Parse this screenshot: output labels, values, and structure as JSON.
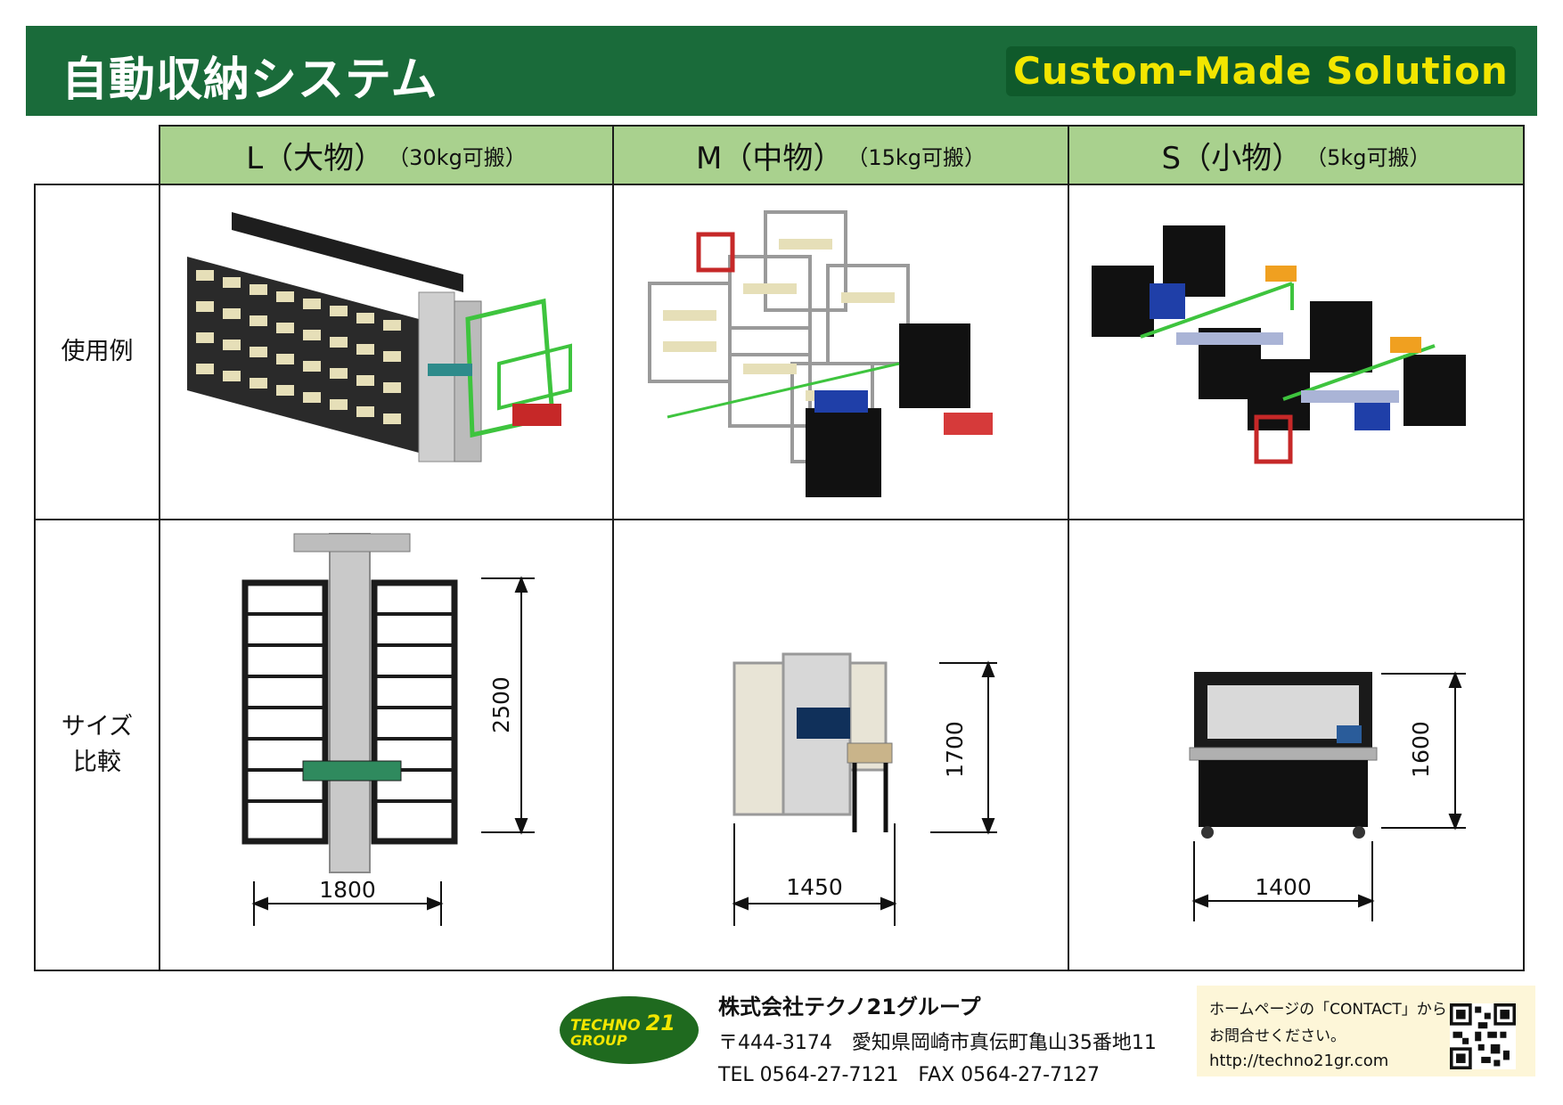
{
  "header": {
    "title": "自動収納システム",
    "badge": "Custom-Made Solution"
  },
  "columns": [
    {
      "label": "L（大物）",
      "sub": "（30kg可搬）"
    },
    {
      "label": "M（中物）",
      "sub": "（15kg可搬）"
    },
    {
      "label": "S（小物）",
      "sub": "（5kg可搬）"
    }
  ],
  "rows": {
    "usage": "使用例",
    "size_line1": "サイズ",
    "size_line2": "比較"
  },
  "dimensions": {
    "L": {
      "width": "1800",
      "height": "2500"
    },
    "M": {
      "width": "1450",
      "height": "1700"
    },
    "S": {
      "width": "1400",
      "height": "1600"
    }
  },
  "footer": {
    "logo_line1": "TECHNO",
    "logo_num": "21",
    "logo_line2": "GROUP",
    "company": "株式会社テクノ21グループ",
    "address": "〒444-3174　愛知県岡崎市真伝町亀山35番地11",
    "tel": "TEL 0564-27-7121　FAX 0564-27-7127",
    "contact_line1": "ホームページの「CONTACT」から",
    "contact_line2": "お問合せください。",
    "url": "http://techno21gr.com"
  },
  "colors": {
    "header_bg": "#1a6b3a",
    "badge_text": "#f2e600",
    "column_header_bg": "#a9d18e",
    "logo_bg": "#1f6a1f",
    "contact_bg": "#fdf6d8"
  }
}
